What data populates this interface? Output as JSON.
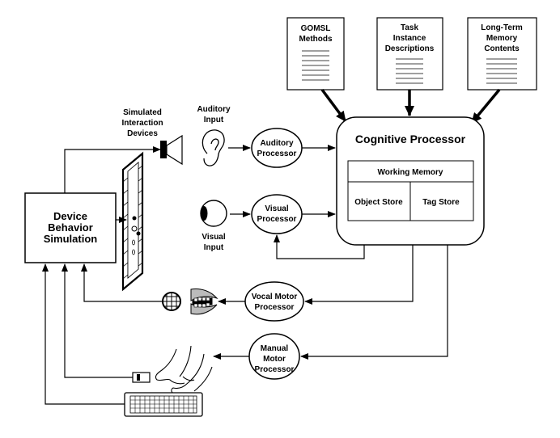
{
  "documents": {
    "gomsl": [
      "GOMSL",
      "Methods"
    ],
    "task": [
      "Task",
      "Instance",
      "Descriptions"
    ],
    "ltm": [
      "Long-Term",
      "Memory",
      "Contents"
    ]
  },
  "cognitive_processor": {
    "title": "Cognitive Processor",
    "working_memory": "Working Memory",
    "object_store": "Object Store",
    "tag_store": "Tag Store"
  },
  "processors": {
    "auditory": [
      "Auditory",
      "Processor"
    ],
    "visual": [
      "Visual",
      "Processor"
    ],
    "vocal_motor": [
      "Vocal Motor",
      "Processor"
    ],
    "manual_motor": [
      "Manual",
      "Motor",
      "Processor"
    ]
  },
  "inputs": {
    "auditory": [
      "Auditory",
      "Input"
    ],
    "visual": [
      "Visual",
      "Input"
    ]
  },
  "device": {
    "label": [
      "Device",
      "Behavior",
      "Simulation"
    ],
    "interaction_devices": [
      "Simulated",
      "Interaction",
      "Devices"
    ]
  },
  "icons": [
    "speaker-icon",
    "ear-icon",
    "eye-icon",
    "display-icon",
    "microphone-icon",
    "mouth-icon",
    "hands-icon",
    "mouse-icon",
    "keyboard-icon"
  ]
}
